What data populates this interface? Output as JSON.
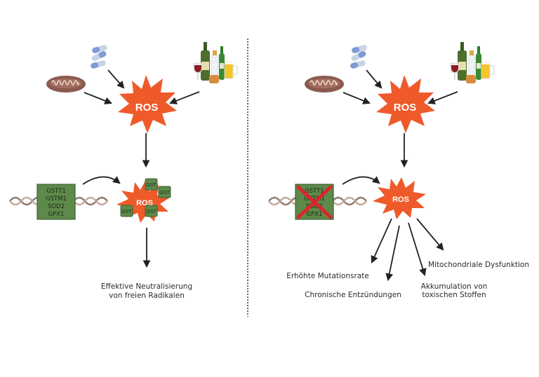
{
  "colors": {
    "ros": "#ef5a2a",
    "gene_box": "#5d8a4a",
    "gene_box_border": "#3d6130",
    "gst_box": "#5d8a4a",
    "cross": "#d9262b",
    "arrow": "#222222",
    "dna_a": "#8c7b70",
    "dna_b": "#c5a89a"
  },
  "left_panel": {
    "ros_label": "ROS",
    "sources": [
      "mitochondrion-icon",
      "pills-icon",
      "alcohol-icon"
    ],
    "gene_box": {
      "genes": [
        "GSTT1",
        "GSTM1",
        "SOD2",
        "GPX1"
      ],
      "status": "functional"
    },
    "neutralized_ros_label": "ROS",
    "gst_labels": [
      "GST",
      "GST",
      "GST",
      "GST"
    ],
    "outcome_lines": [
      "Effektive Neutralisierung",
      "von freien Radikalen"
    ]
  },
  "right_panel": {
    "ros_label": "ROS",
    "sources": [
      "mitochondrion-icon",
      "pills-icon",
      "alcohol-icon"
    ],
    "gene_box": {
      "genes": [
        "GSTT1",
        "GSTM1",
        "SOD2",
        "GPX1"
      ],
      "status": "crossed-out"
    },
    "unneutralized_ros_label": "ROS",
    "outcomes": [
      {
        "lines": [
          "Erhöhte Mutationsrate"
        ]
      },
      {
        "lines": [
          "Chronische Entzündungen"
        ]
      },
      {
        "lines": [
          "Akkumulation von",
          "toxischen Stoffen"
        ]
      },
      {
        "lines": [
          "Mitochondriale Dysfunktion"
        ]
      }
    ]
  }
}
